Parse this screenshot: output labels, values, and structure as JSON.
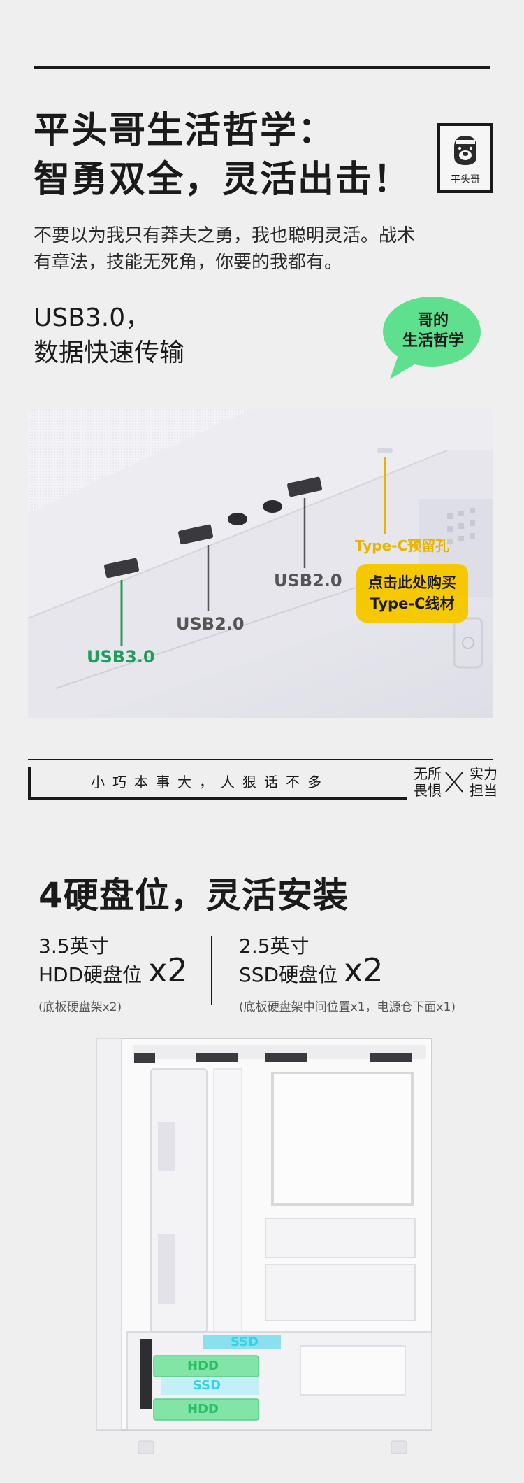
{
  "header": {
    "title_line1": "平头哥生活哲学：",
    "title_line2": "智勇双全，灵活出击！",
    "stamp_text": "平头哥"
  },
  "intro": {
    "line1": "不要以为我只有莽夫之勇，我也聪明灵活。战术",
    "line2": "有章法，技能无死角，你要的我都有。"
  },
  "usb_section": {
    "title_line1": "USB3.0，",
    "title_line2": "数据快速传输",
    "bubble_line1": "哥的",
    "bubble_line2": "生活哲学",
    "labels": {
      "usb3": "USB3.0",
      "usb2_a": "USB2.0",
      "usb2_b": "USB2.0",
      "typec": "Type-C预留孔"
    },
    "buy_button": {
      "line1": "点击此处购买",
      "line2": "Type-C线材"
    }
  },
  "slogan": {
    "text": "小巧本事大，人狠话不多",
    "badge_left_1": "无所",
    "badge_left_2": "畏惧",
    "badge_right_1": "实力",
    "badge_right_2": "担当"
  },
  "disk_section": {
    "title": "4硬盘位，灵活安装",
    "hdd": {
      "size": "3.5英寸",
      "type": "HDD硬盘位",
      "count": "x2",
      "note": "(底板硬盘架x2)"
    },
    "ssd": {
      "size": "2.5英寸",
      "type": "SSD硬盘位",
      "count": "x2",
      "note": "(底板硬盘架中间位置x1，电源仓下面x1)"
    },
    "slot_labels": {
      "ssd_top": "SSD",
      "hdd_upper": "HDD",
      "ssd_mid": "SSD",
      "hdd_lower": "HDD"
    }
  },
  "colors": {
    "accent_green": "#5fe08f",
    "usb3_green": "#1f9d5a",
    "typec_yellow": "#f5c800",
    "slot_cyan": "#35d3e6"
  }
}
